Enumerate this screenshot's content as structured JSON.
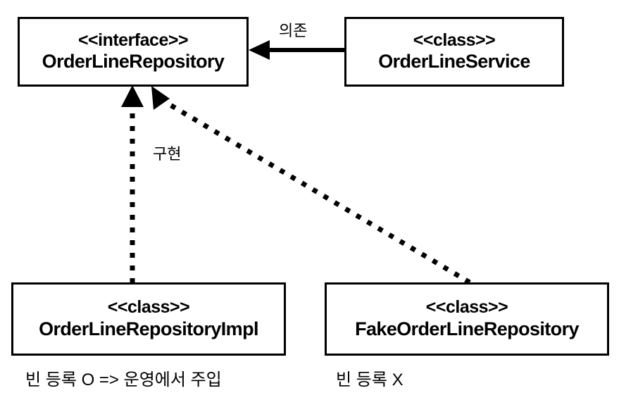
{
  "diagram": {
    "title": "OrderLineRepository UML class diagram",
    "background_color": "#ffffff",
    "stroke_color": "#000000",
    "nodes": [
      {
        "id": "order-line-repository",
        "stereotype": "<<interface>>",
        "name": "OrderLineRepository"
      },
      {
        "id": "order-line-service",
        "stereotype": "<<class>>",
        "name": "OrderLineService"
      },
      {
        "id": "order-line-repository-impl",
        "stereotype": "<<class>>",
        "name": "OrderLineRepositoryImpl"
      },
      {
        "id": "fake-order-line-repository",
        "stereotype": "<<class>>",
        "name": "FakeOrderLineRepository"
      }
    ],
    "edges": [
      {
        "id": "dependency",
        "label": "의존",
        "from": "order-line-service",
        "to": "order-line-repository",
        "style": "solid"
      },
      {
        "id": "realization-impl",
        "label": "구현",
        "from": "order-line-repository-impl",
        "to": "order-line-repository",
        "style": "dotted"
      },
      {
        "id": "realization-fake",
        "label": "",
        "from": "fake-order-line-repository",
        "to": "order-line-repository",
        "style": "dotted"
      }
    ],
    "captions": [
      {
        "id": "impl-caption",
        "text": "빈 등록 O => 운영에서 주입"
      },
      {
        "id": "fake-caption",
        "text": "빈 등록 X"
      }
    ]
  }
}
